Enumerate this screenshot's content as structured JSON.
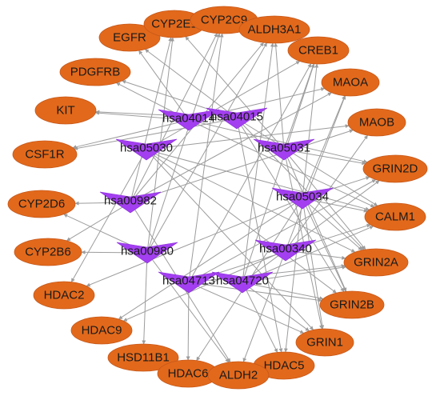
{
  "network": {
    "colors": {
      "target_node": "#e2691b",
      "pathway_node": "#a33ff0",
      "edge": "#9c9c9c",
      "label": "#1a1a1a"
    },
    "pathways": [
      "hsa04014",
      "hsa04015",
      "hsa05030",
      "hsa05031",
      "hsa00982",
      "hsa05034",
      "hsa00980",
      "hsa00340",
      "hsa04713",
      "hsa04720"
    ],
    "targets": [
      "EGFR",
      "CYP2E1",
      "CYP2C9",
      "ALDH3A1",
      "CREB1",
      "PDGFRB",
      "MAOA",
      "KIT",
      "MAOB",
      "CSF1R",
      "GRIN2D",
      "CYP2D6",
      "CALM1",
      "CYP2B6",
      "GRIN2A",
      "HDAC2",
      "GRIN2B",
      "HDAC9",
      "GRIN1",
      "HSD11B1",
      "HDAC5",
      "HDAC6",
      "ALDH2"
    ],
    "edges": [
      [
        "hsa04014",
        "EGFR"
      ],
      [
        "hsa04014",
        "PDGFRB"
      ],
      [
        "hsa04014",
        "KIT"
      ],
      [
        "hsa04014",
        "CSF1R"
      ],
      [
        "hsa04014",
        "CALM1"
      ],
      [
        "hsa04014",
        "MAOA"
      ],
      [
        "hsa04014",
        "GRIN2D"
      ],
      [
        "hsa04015",
        "EGFR"
      ],
      [
        "hsa04015",
        "PDGFRB"
      ],
      [
        "hsa04015",
        "KIT"
      ],
      [
        "hsa04015",
        "CSF1R"
      ],
      [
        "hsa04015",
        "CALM1"
      ],
      [
        "hsa04015",
        "GRIN2A"
      ],
      [
        "hsa04015",
        "GRIN2B"
      ],
      [
        "hsa04015",
        "HDAC5"
      ],
      [
        "hsa05030",
        "CREB1"
      ],
      [
        "hsa05030",
        "MAOB"
      ],
      [
        "hsa05030",
        "GRIN2A"
      ],
      [
        "hsa05030",
        "GRIN2B"
      ],
      [
        "hsa05030",
        "GRIN1"
      ],
      [
        "hsa05030",
        "CALM1"
      ],
      [
        "hsa05030",
        "HDAC2"
      ],
      [
        "hsa05031",
        "CREB1"
      ],
      [
        "hsa05031",
        "GRIN2D"
      ],
      [
        "hsa05031",
        "GRIN2A"
      ],
      [
        "hsa05031",
        "GRIN2B"
      ],
      [
        "hsa05031",
        "GRIN1"
      ],
      [
        "hsa05031",
        "CYP2E1"
      ],
      [
        "hsa05031",
        "ALDH3A1"
      ],
      [
        "hsa00982",
        "CYP2D6"
      ],
      [
        "hsa00982",
        "CYP2E1"
      ],
      [
        "hsa00982",
        "CYP2C9"
      ],
      [
        "hsa00982",
        "ALDH3A1"
      ],
      [
        "hsa00982",
        "MAOA"
      ],
      [
        "hsa00982",
        "MAOB"
      ],
      [
        "hsa00982",
        "CYP2B6"
      ],
      [
        "hsa00982",
        "ALDH2"
      ],
      [
        "hsa05034",
        "CREB1"
      ],
      [
        "hsa05034",
        "MAOA"
      ],
      [
        "hsa05034",
        "CALM1"
      ],
      [
        "hsa05034",
        "GRIN2A"
      ],
      [
        "hsa05034",
        "GRIN2B"
      ],
      [
        "hsa05034",
        "GRIN1"
      ],
      [
        "hsa05034",
        "HDAC2"
      ],
      [
        "hsa05034",
        "HDAC9"
      ],
      [
        "hsa05034",
        "HDAC5"
      ],
      [
        "hsa05034",
        "HDAC6"
      ],
      [
        "hsa05034",
        "GRIN2D"
      ],
      [
        "hsa00980",
        "CYP2B6"
      ],
      [
        "hsa00980",
        "CYP2E1"
      ],
      [
        "hsa00980",
        "CYP2C9"
      ],
      [
        "hsa00980",
        "ALDH3A1"
      ],
      [
        "hsa00980",
        "HSD11B1"
      ],
      [
        "hsa00980",
        "ALDH2"
      ],
      [
        "hsa00980",
        "CYP2D6"
      ],
      [
        "hsa00340",
        "MAOA"
      ],
      [
        "hsa00340",
        "MAOB"
      ],
      [
        "hsa00340",
        "ALDH2"
      ],
      [
        "hsa00340",
        "HDAC9"
      ],
      [
        "hsa00340",
        "GRIN2A"
      ],
      [
        "hsa04713",
        "CREB1"
      ],
      [
        "hsa04713",
        "CALM1"
      ],
      [
        "hsa04713",
        "GRIN2A"
      ],
      [
        "hsa04713",
        "GRIN2B"
      ],
      [
        "hsa04713",
        "GRIN1"
      ],
      [
        "hsa04713",
        "CYP2C9"
      ],
      [
        "hsa04713",
        "GRIN2D"
      ],
      [
        "hsa04713",
        "HDAC6"
      ],
      [
        "hsa04720",
        "CREB1"
      ],
      [
        "hsa04720",
        "CALM1"
      ],
      [
        "hsa04720",
        "GRIN2A"
      ],
      [
        "hsa04720",
        "GRIN2B"
      ],
      [
        "hsa04720",
        "GRIN1"
      ],
      [
        "hsa04720",
        "GRIN2D"
      ],
      [
        "hsa04720",
        "ALDH3A1"
      ],
      [
        "hsa04720",
        "HDAC5"
      ]
    ]
  }
}
